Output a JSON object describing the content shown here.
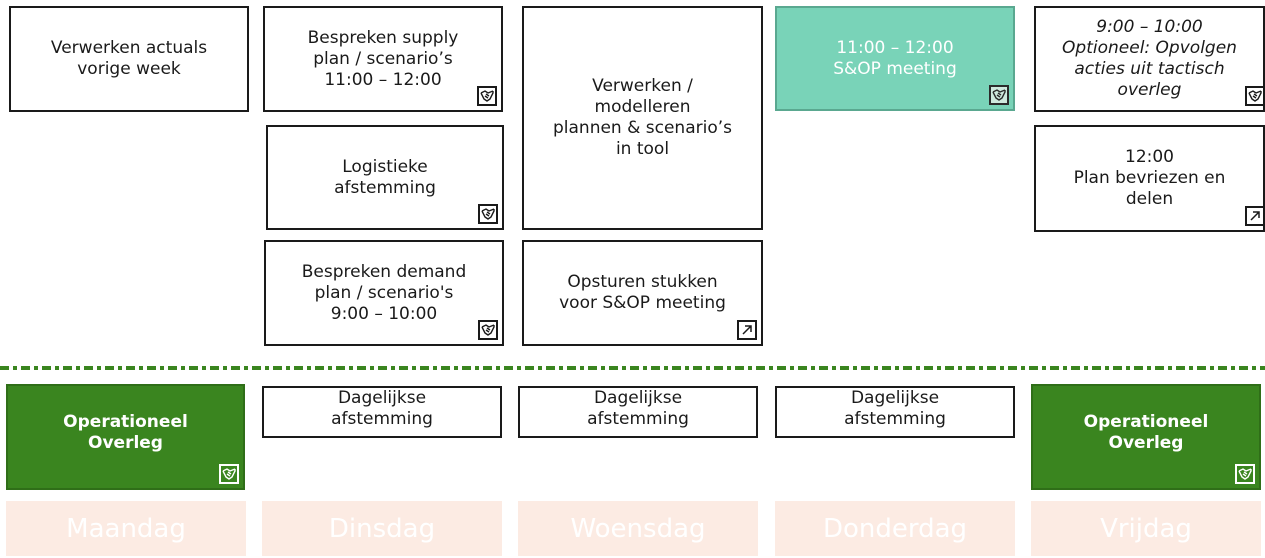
{
  "cards": {
    "mon_actuals": [
      "Verwerken actuals",
      "vorige week"
    ],
    "tue_supply": [
      "Bespreken supply",
      "plan / scenario’s",
      "11:00 – 12:00"
    ],
    "tue_logistics": [
      "Logistieke",
      "afstemming"
    ],
    "tue_demand": [
      "Bespreken demand",
      "plan / scenario's",
      "9:00 – 10:00"
    ],
    "wed_model": [
      "Verwerken /",
      "modelleren",
      "plannen & scenario’s",
      "in tool"
    ],
    "wed_send": [
      "Opsturen stukken",
      "voor S&OP meeting"
    ],
    "thu_sop": [
      "11:00 – 12:00",
      "S&OP meeting"
    ],
    "fri_optional": [
      "9:00 – 10:00",
      "Optioneel: Opvolgen",
      "acties uit tactisch",
      "overleg"
    ],
    "fri_freeze": [
      "12:00",
      "Plan bevriezen en",
      "delen"
    ]
  },
  "operational": {
    "mon": [
      "Operationeel",
      "Overleg"
    ],
    "fri": [
      "Operationeel",
      "Overleg"
    ]
  },
  "daily": {
    "tue": [
      "Dagelijkse",
      "afstemming"
    ],
    "wed": [
      "Dagelijkse",
      "afstemming"
    ],
    "thu": [
      "Dagelijkse",
      "afstemming"
    ]
  },
  "days": [
    "Maandag",
    "Dinsdag",
    "Woensdag",
    "Donderdag",
    "Vrijdag"
  ],
  "icons": {
    "meeting": "handshake-icon",
    "share": "share-arrow-icon"
  },
  "colors": {
    "sop_meeting": "#79d3b8",
    "operational": "#3a851f",
    "day_band": "#fcebe3"
  }
}
